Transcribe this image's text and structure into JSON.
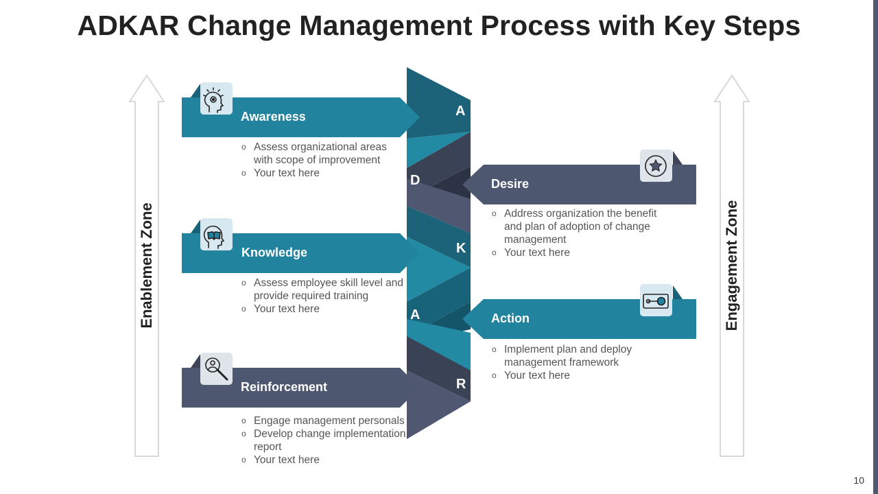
{
  "title": "ADKAR Change Management Process with Key Steps",
  "zones": {
    "left": "Enablement Zone",
    "right": "Engagement Zone"
  },
  "letters": [
    "A",
    "D",
    "K",
    "A",
    "R"
  ],
  "steps": [
    {
      "name": "Awareness",
      "icon": "head-idea-icon",
      "bullets": [
        "Assess organizational areas with scope of improvement",
        "Your text here"
      ]
    },
    {
      "name": "Desire",
      "icon": "star-badge-icon",
      "bullets": [
        "Address organization the benefit and plan of adoption of change management",
        "Your text here"
      ]
    },
    {
      "name": "Knowledge",
      "icon": "head-book-icon",
      "bullets": [
        "Assess employee skill level and provide required training",
        "Your text here"
      ]
    },
    {
      "name": "Action",
      "icon": "toggle-switch-icon",
      "bullets": [
        "Implement plan and deploy management framework",
        "Your text here"
      ]
    },
    {
      "name": "Reinforcement",
      "icon": "magnifier-person-icon",
      "bullets": [
        "Engage management personals",
        "Develop change implementation report",
        "Your text here"
      ]
    }
  ],
  "page_number": "10",
  "colors": {
    "teal": "#21839d",
    "teal_dark": "#19637a",
    "slate": "#4d5870",
    "slate_dark": "#3d4557",
    "icon_bg": "#d8e8f0",
    "arrow_outline": "#d9d9d9"
  }
}
